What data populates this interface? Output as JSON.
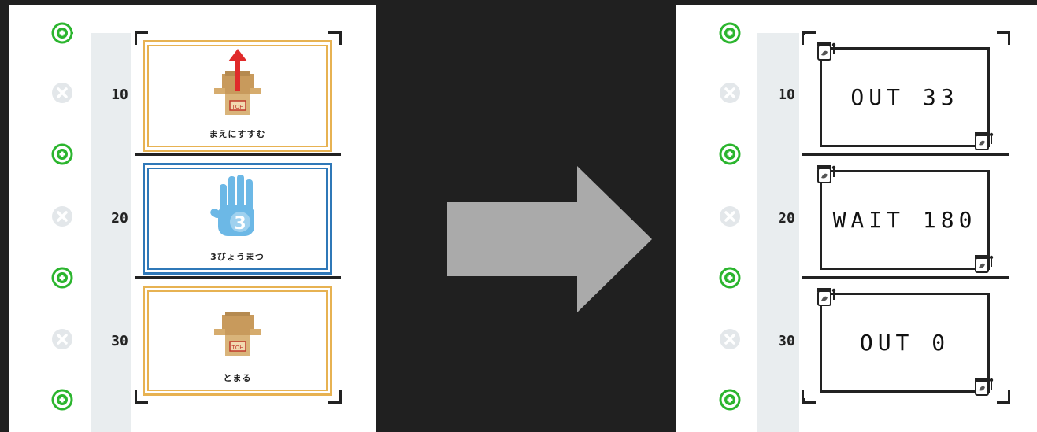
{
  "colors": {
    "background": "#202020",
    "add_green": "#2bb52e",
    "delete_gray": "#e3e7ea",
    "card_orange": "#e7b252",
    "card_blue": "#2f78b8",
    "arrow_gray": "#aaaaaa"
  },
  "icons": {
    "add": "plus-circle-icon",
    "delete": "x-circle-icon",
    "transform": "right-arrow-icon",
    "block": "jar-icon"
  },
  "left_panel": {
    "rows": [
      {
        "line": "10",
        "label": "まえにすすむ",
        "color": "orange",
        "image": "robot-forward"
      },
      {
        "line": "20",
        "label": "3びょうまつ",
        "color": "blue",
        "image": "hand-three"
      },
      {
        "line": "30",
        "label": "とまる",
        "color": "orange",
        "image": "robot-stop"
      }
    ]
  },
  "right_panel": {
    "rows": [
      {
        "line": "10",
        "code": "OUT 33"
      },
      {
        "line": "20",
        "code": "WAIT 180"
      },
      {
        "line": "30",
        "code": "OUT 0"
      }
    ]
  },
  "hand_number": "3",
  "robot_badge": "TOH"
}
